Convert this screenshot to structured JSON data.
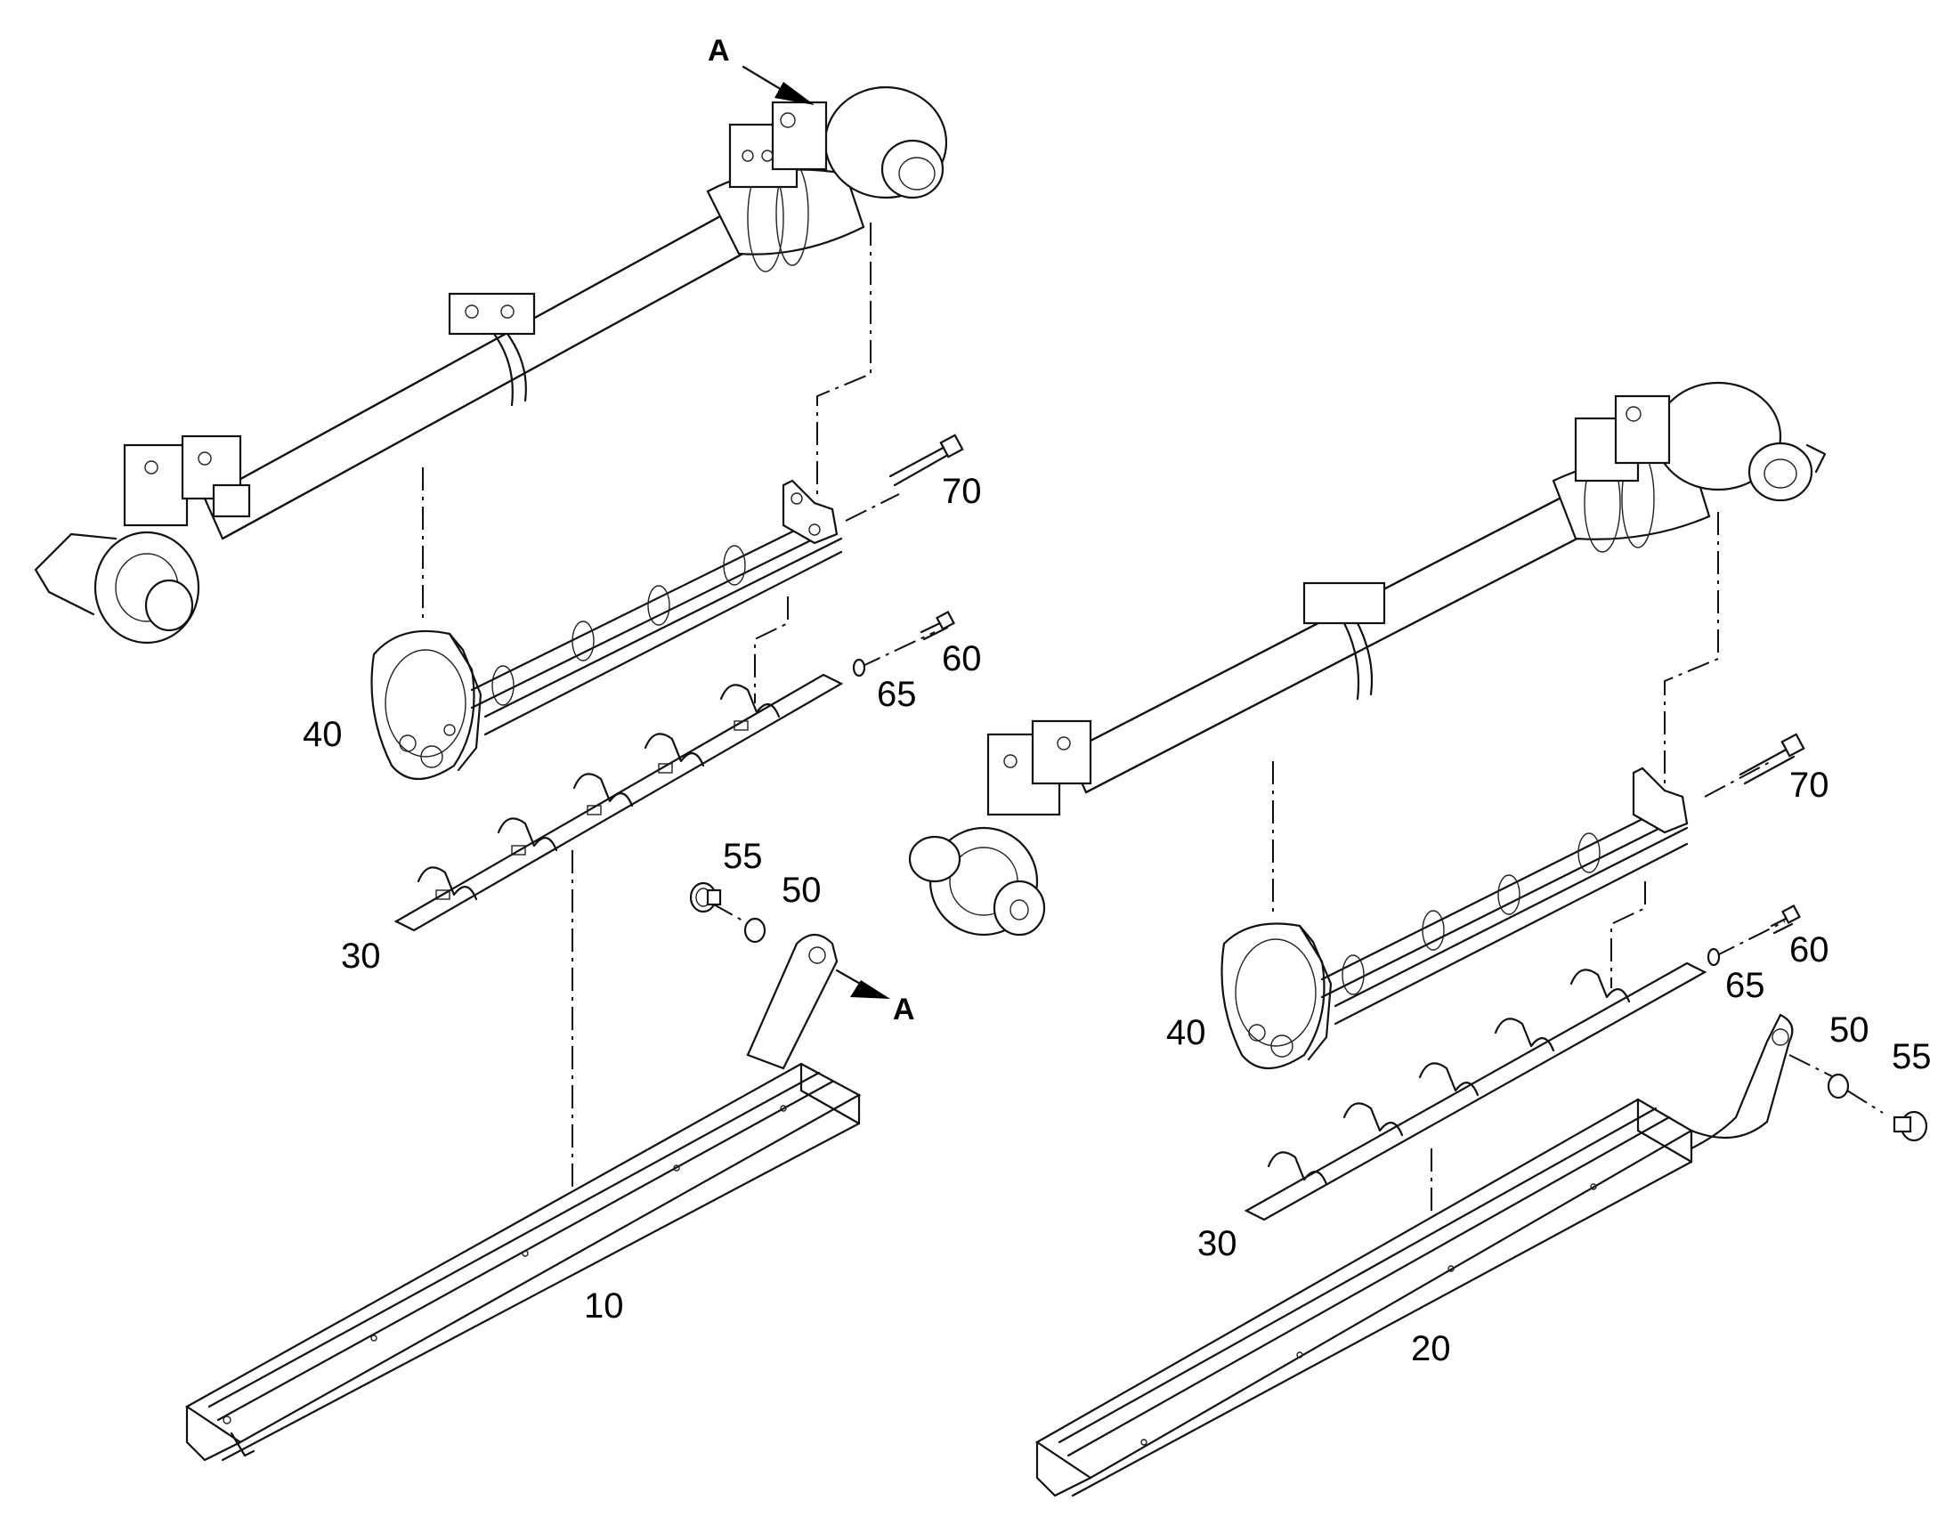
{
  "diagram": {
    "view_marker": "A",
    "assembly_left": {
      "callouts": {
        "c70": "70",
        "c60": "60",
        "c65": "65",
        "c40": "40",
        "c55": "55",
        "c50": "50",
        "c30": "30",
        "c10": "10"
      }
    },
    "assembly_right": {
      "callouts": {
        "c70": "70",
        "c60": "60",
        "c65": "65",
        "c40": "40",
        "c50": "50",
        "c55": "55",
        "c30": "30",
        "c20": "20"
      }
    }
  }
}
